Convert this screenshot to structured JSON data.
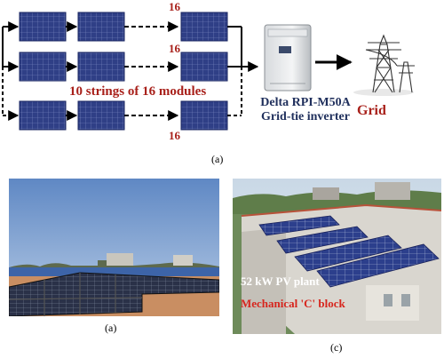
{
  "diagram": {
    "module_count_labels": [
      "16",
      "16",
      "16"
    ],
    "strings_label": "10 strings of 16 modules",
    "inverter_label_line1": "Delta RPI-M50A",
    "inverter_label_line2": "Grid-tie inverter",
    "grid_label": "Grid",
    "caption": "(a)"
  },
  "photos": {
    "left_caption": "(a)",
    "right_caption": "(c)",
    "right_label_line1": "52 kW PV plant",
    "right_label_line2": "Mechanical 'C' block"
  },
  "colors": {
    "label_red": "#a8201a",
    "label_blue": "#1f2f5c",
    "panel_blue": "#2b3a7a"
  }
}
